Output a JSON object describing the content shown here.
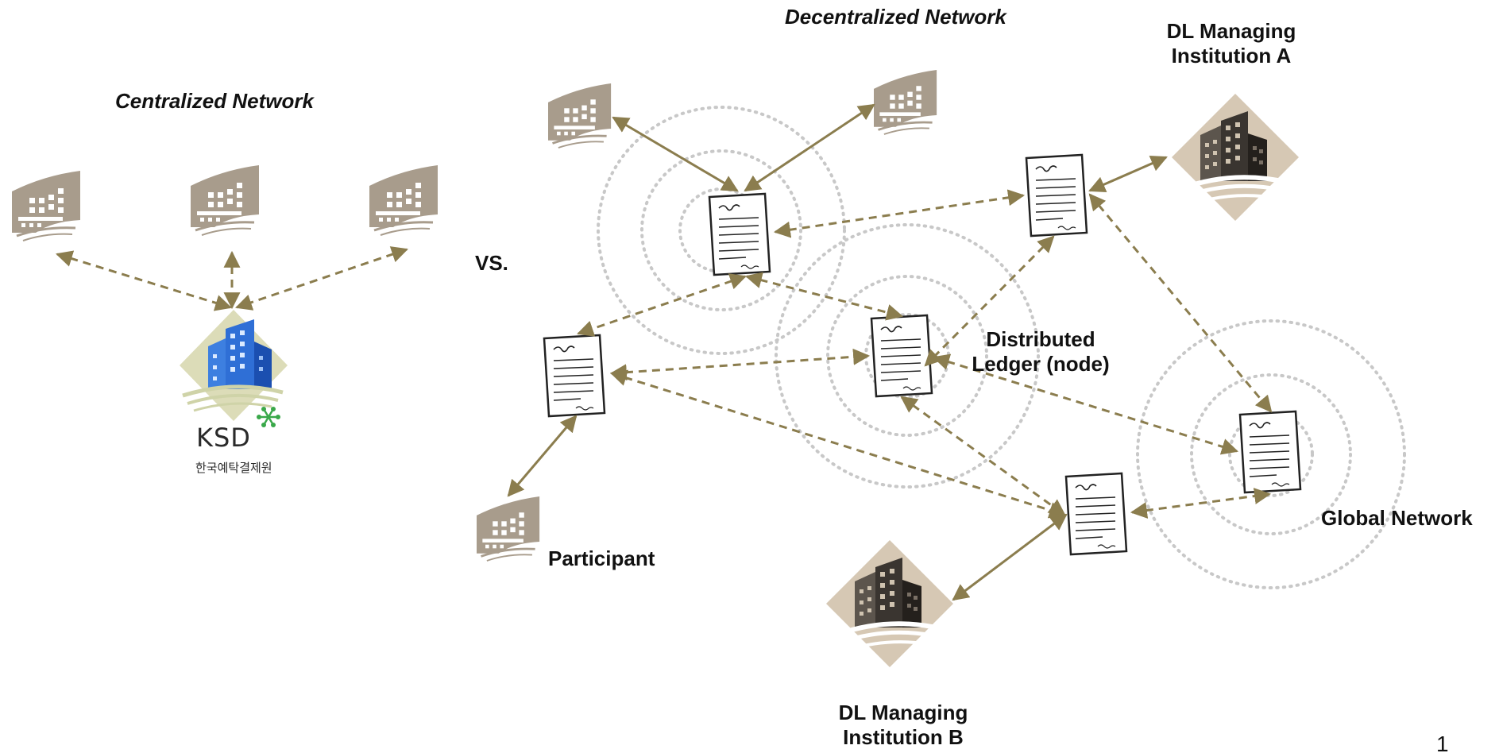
{
  "labels": {
    "centralized": "Centralized Network",
    "decentralized": "Decentralized Network",
    "vs": "VS.",
    "inst_a": "DL Managing\nInstitution A",
    "inst_b": "DL Managing\nInstitution B",
    "distributed_ledger": "Distributed\nLedger (node)",
    "participant": "Participant",
    "global_network": "Global Network",
    "page_number": "1"
  },
  "ksd": {
    "name": "KSD",
    "korean_name": "한국예탁결제원"
  },
  "colors": {
    "arrow": "#8b7d4e",
    "ring": "#c8c8c8",
    "participant_building": "#a89c8c",
    "ksd_blue": "#2f6fd6",
    "ksd_diamond": "#dcdcb8",
    "institution_diamond": "#d6c8b4",
    "institution_building": "#3a3530"
  },
  "icons": {
    "participant": "building-icon",
    "ledger": "ledger-document-icon",
    "ksd": "ksd-building-icon",
    "institution": "institution-building-icon"
  }
}
